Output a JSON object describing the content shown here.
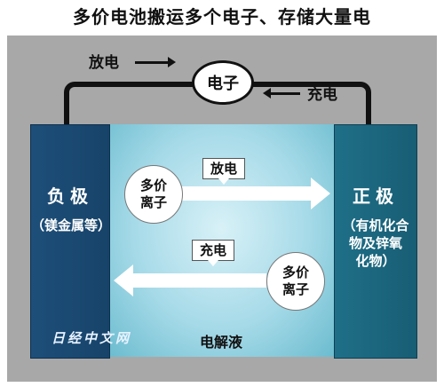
{
  "title": "多价电池搬运多个电子、存储大量电",
  "electron_label": "电子",
  "discharge_label": "放电",
  "charge_label": "充电",
  "negative": {
    "name": "负极",
    "material": "（镁金属等）"
  },
  "positive": {
    "name": "正极",
    "material_lines": [
      "（有机化合",
      "物及锌氧",
      "化物）"
    ]
  },
  "ion": {
    "line1": "多价",
    "line2": "离子"
  },
  "electrolyte_label": "电解液",
  "watermark": "日经中文网",
  "colors": {
    "negative": "#1d4f7a",
    "positive": "#1f6f88",
    "electrolyte": "#a6dae8",
    "frame": "#a8a8a8"
  }
}
